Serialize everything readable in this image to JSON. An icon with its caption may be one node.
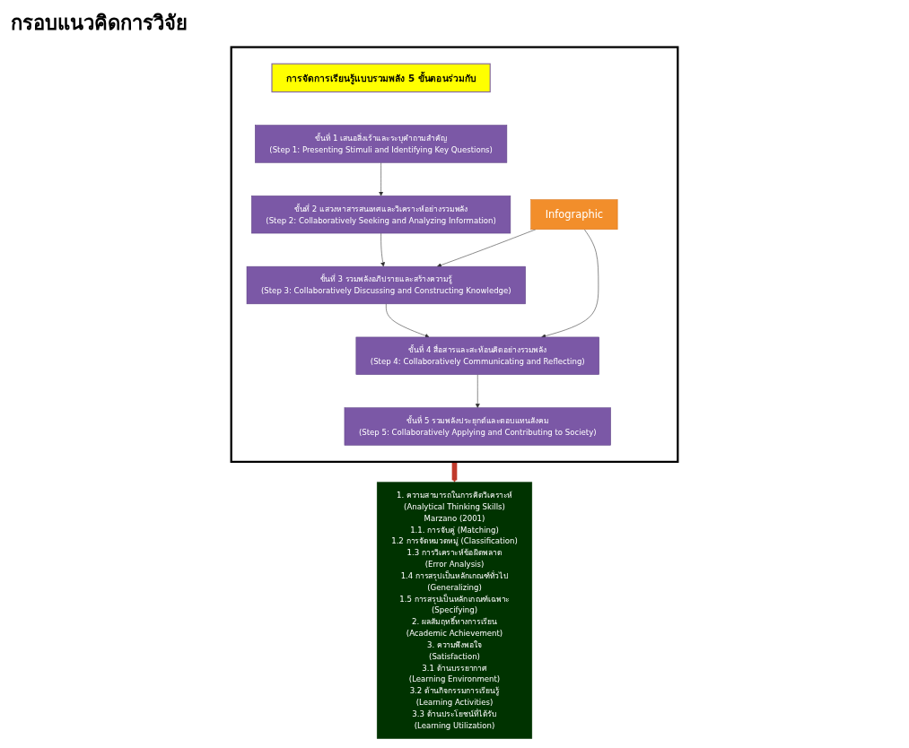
{
  "diagram": {
    "title": "กรอบแนวคิดการวิจัย",
    "nodes": [
      {
        "text": [],
        "shape": "box"
      },
      {
        "text": [
          "การจัดการเรียนรู้แบบรวมพลัง 5 ขั้นตอนร่วมกับ"
        ],
        "in": 0
      },
      {
        "text": [
          "ขั้นที่ 1 เสนอสิ่งเร้าและระบุคำถามสำคัญ",
          "(Step 1: Presenting Stimuli and Identifying Key Questions)"
        ],
        "in": 0
      },
      {
        "text": [
          "ขั้นที่ 2 แสวงหาสารสนเทศและวิเคราะห์อย่างรวมพลัง",
          "(Step 2: Collaboratively Seeking and Analyzing Information)"
        ],
        "in": 0
      },
      {
        "text": [
          "ขั้นที่ 3 รวมพลังอภิปรายและสร้างความรู้",
          "(Step 3: Collaboratively Discussing and Constructing Knowledge)"
        ],
        "in": 0
      },
      {
        "text": [
          "ขั้นที่ 4 สื่อสารและสะท้อนคิดอย่างรวมพลัง",
          "(Step 4: Collaboratively Communicating and Reflecting)"
        ],
        "in": 0
      },
      {
        "text": [
          "ขั้นที่ 5 รวมพลังประยุกต์และตอบแทนสังคม",
          "(Step 5: Collaboratively Applying and Contributing to Society)"
        ],
        "in": 0
      },
      {
        "text": [
          "Infographic"
        ],
        "in": 0
      },
      {
        "text": [
          "1. ความสามารถในการคิดวิเคราะห์",
          "(Analytical Thinking Skills)",
          "Marzano (2001)",
          "1.1. การจับคู่ (Matching)",
          "1.2 การจัดหมวดหมู่ (Classification)",
          "1.3 การวิเคราะห์ข้อผิดพลาด",
          "(Error Analysis)",
          "1.4 การสรุปเป็นหลักเกณฑ์ทั่วไป",
          "(Generalizing)",
          "1.5 การสรุปเป็นหลักเกณฑ์เฉพาะ",
          "(Specifying)",
          "2. ผลสัมฤทธิ์ทางการเรียน",
          "(Academic Achievement)",
          "3. ความพึงพอใจ",
          "(Satisfaction)",
          "3.1 ด้านบรรยากาศ",
          "(Learning Environment)",
          "3.2 ด้านกิจกรรมการเรียนรู้",
          "(Learning Activities)",
          "3.3 ด้านประโยชน์ที่ได้รับ",
          "(Learning Utilization)"
        ]
      }
    ],
    "edges": [
      {
        "from": 2,
        "to": 3,
        "arrow": "to"
      },
      {
        "from": 3,
        "to": 4,
        "arrow": "to"
      },
      {
        "from": 4,
        "to": 5,
        "arrow": "to"
      },
      {
        "from": 5,
        "to": 6,
        "arrow": "to"
      },
      {
        "from": 7,
        "to": 4,
        "arrow": "to"
      },
      {
        "from": 7,
        "to": 5,
        "arrow": "to"
      },
      {
        "from": 0,
        "to": 8,
        "arrow": "to",
        "style": "thick",
        "color": "#c0392b"
      }
    ]
  }
}
